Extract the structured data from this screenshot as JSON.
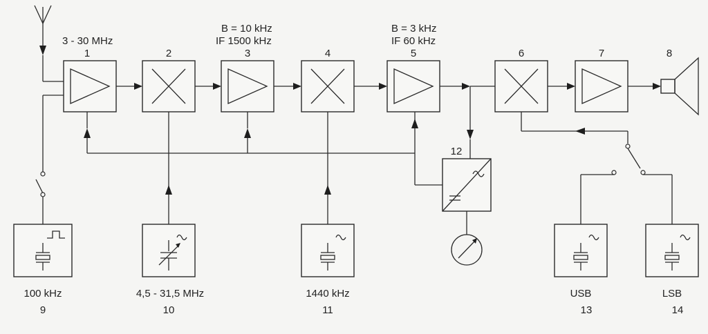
{
  "blocks": {
    "b1": {
      "number": "1",
      "caption": "3 - 30 MHz"
    },
    "b2": {
      "number": "2"
    },
    "b3": {
      "number": "3",
      "caption_1": "B = 10 kHz",
      "caption_2": "IF 1500 kHz"
    },
    "b4": {
      "number": "4"
    },
    "b5": {
      "number": "5",
      "caption_1": "B = 3 kHz",
      "caption_2": "IF 60 kHz"
    },
    "b6": {
      "number": "6"
    },
    "b7": {
      "number": "7"
    },
    "b8": {
      "number": "8"
    },
    "b9": {
      "number": "9",
      "caption": "100 kHz"
    },
    "b10": {
      "number": "10",
      "caption": "4,5 - 31,5 MHz"
    },
    "b11": {
      "number": "11",
      "caption": "1440 kHz"
    },
    "b12": {
      "number": "12"
    },
    "b13": {
      "number": "13",
      "caption": "USB"
    },
    "b14": {
      "number": "14",
      "caption": "LSB"
    }
  },
  "icons": {
    "antenna": "antenna-icon",
    "amplifier": "amplifier-triangle-icon",
    "mixer": "mixer-cross-icon",
    "speaker": "speaker-icon",
    "crystal": "crystal-icon",
    "oscillator": "sine-wave-icon",
    "square_wave": "square-wave-icon",
    "variable_capacitor": "variable-capacitor-icon",
    "converter": "ac-dc-converter-icon",
    "meter": "meter-icon",
    "switch": "switch-icon"
  }
}
